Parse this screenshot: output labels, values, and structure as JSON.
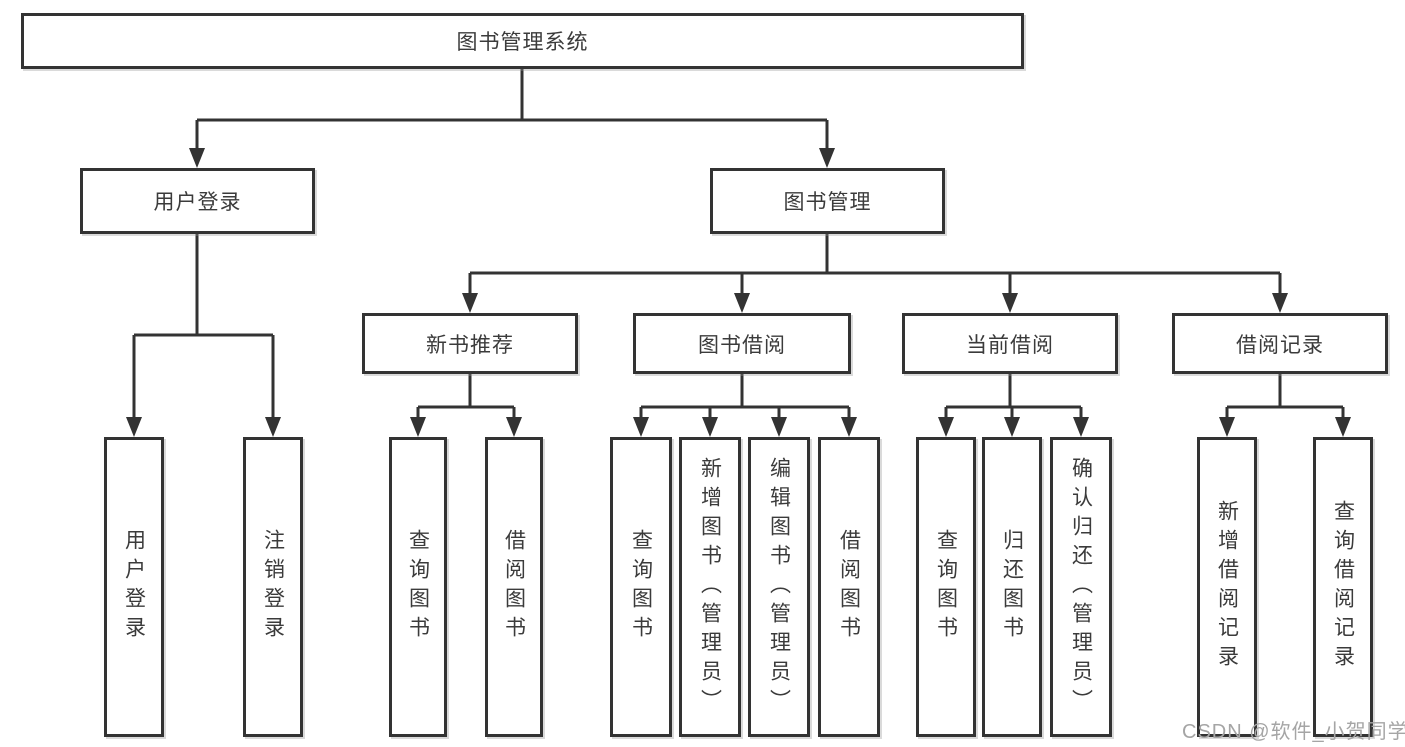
{
  "diagram": {
    "root": {
      "label": "图书管理系统"
    },
    "level2": [
      {
        "label": "用户登录"
      },
      {
        "label": "图书管理"
      }
    ],
    "level3": [
      {
        "label": "新书推荐"
      },
      {
        "label": "图书借阅"
      },
      {
        "label": "当前借阅"
      },
      {
        "label": "借阅记录"
      }
    ],
    "leaf_groups": [
      {
        "parent": "用户登录",
        "items": [
          "用户登录",
          "注销登录"
        ]
      },
      {
        "parent": "新书推荐",
        "items": [
          "查询图书",
          "借阅图书"
        ]
      },
      {
        "parent": "图书借阅",
        "items": [
          "查询图书",
          "新增图书（管理员）",
          "编辑图书（管理员）",
          "借阅图书"
        ]
      },
      {
        "parent": "当前借阅",
        "items": [
          "查询图书",
          "归还图书",
          "确认归还（管理员）"
        ]
      },
      {
        "parent": "借阅记录",
        "items": [
          "新增借阅记录",
          "查询借阅记录"
        ]
      }
    ]
  },
  "watermark": {
    "text": "CSDN @软件_小贺同学"
  },
  "colors": {
    "border": "#333333",
    "line": "#333333",
    "text": "#3b3b3b",
    "watermark": "#a5a5a5",
    "background": "#ffffff"
  }
}
